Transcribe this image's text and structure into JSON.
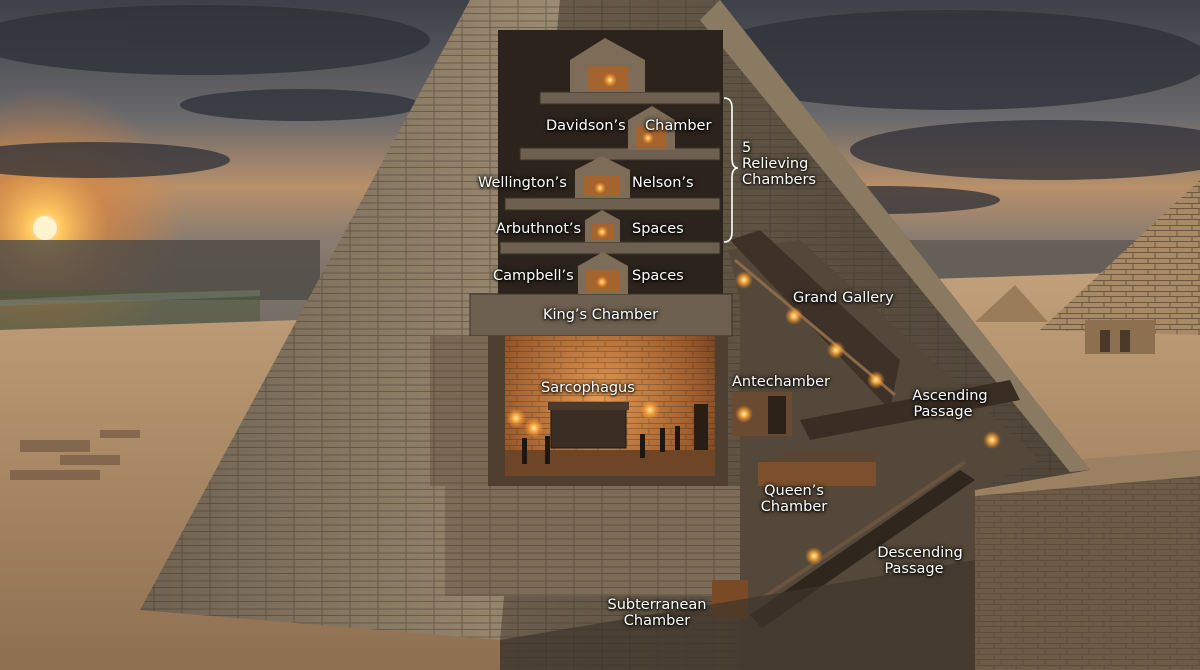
{
  "labels": {
    "davidsons": "Davidson’s",
    "chamber_top": "Chamber",
    "relieving_count": "5",
    "relieving_1": "Relieving",
    "relieving_2": "Chambers",
    "wellingtons": "Wellington’s",
    "nelsons": "Nelson’s",
    "arbuthnots": "Arbuthnot’s",
    "spaces_1": "Spaces",
    "campbells": "Campbell’s",
    "spaces_2": "Spaces",
    "kings_chamber": "King’s Chamber",
    "grand_gallery": "Grand Gallery",
    "sarcophagus": "Sarcophagus",
    "antechamber": "Antechamber",
    "ascending_1": "Ascending",
    "ascending_2": "Passage",
    "queens_1": "Queen’s",
    "queens_2": "Chamber",
    "descending_1": "Descending",
    "descending_2": "Passage",
    "subterranean_1": "Subterranean",
    "subterranean_2": "Chamber"
  },
  "colors": {
    "sky_top": "#3a3c44",
    "sky_glow": "#f3b25a",
    "stone": "#8a7a64",
    "stone_dark": "#4a3f33",
    "chamber_glow": "#c97a3c",
    "sand": "#b89670"
  }
}
